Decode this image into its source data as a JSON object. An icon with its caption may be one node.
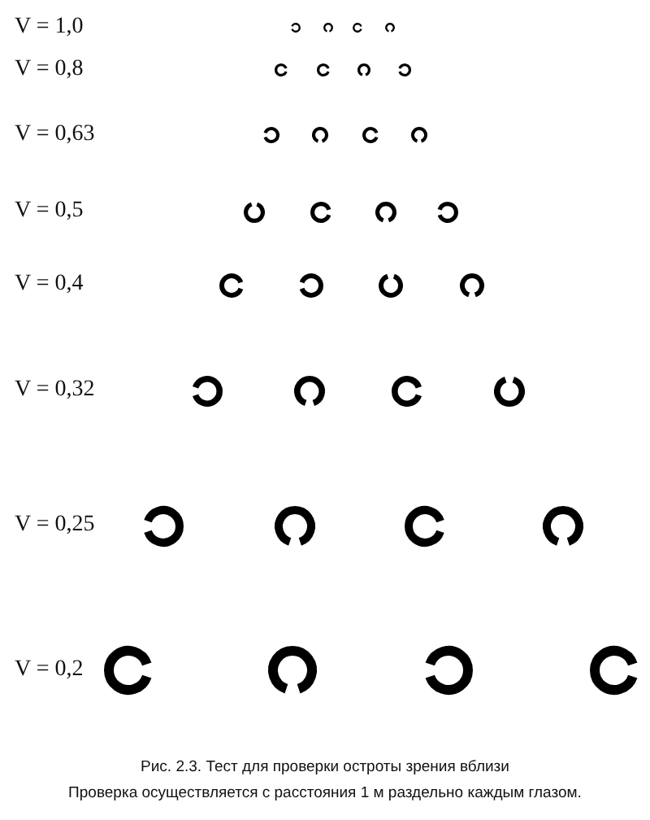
{
  "diagram": {
    "caption": "Рис. 2.3. Тест для проверки остроты зрения вблизи",
    "labels": [
      "V = 1,0",
      "V = 0,8",
      "V = 0,63",
      "V = 0,5",
      "V = 0,4",
      "V = 0,32",
      "V = 0,25",
      "V = 0,2",
      "Проверка осуществляется с расстояния 1 м раздельно каждым глазом."
    ]
  }
}
